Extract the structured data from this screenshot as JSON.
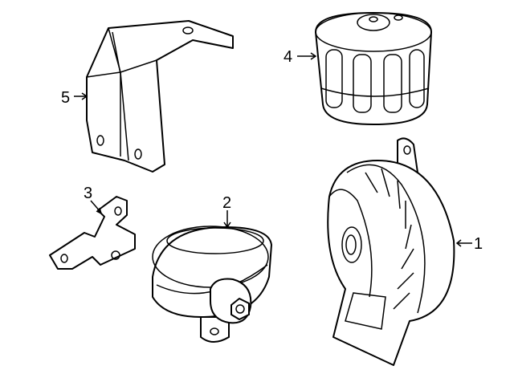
{
  "diagram": {
    "callouts": [
      {
        "id": "1",
        "label": "1",
        "part": "horn-high-tone"
      },
      {
        "id": "2",
        "label": "2",
        "part": "horn-low-tone"
      },
      {
        "id": "3",
        "label": "3",
        "part": "small-bracket"
      },
      {
        "id": "4",
        "label": "4",
        "part": "cover-cap"
      },
      {
        "id": "5",
        "label": "5",
        "part": "mounting-bracket"
      }
    ]
  }
}
